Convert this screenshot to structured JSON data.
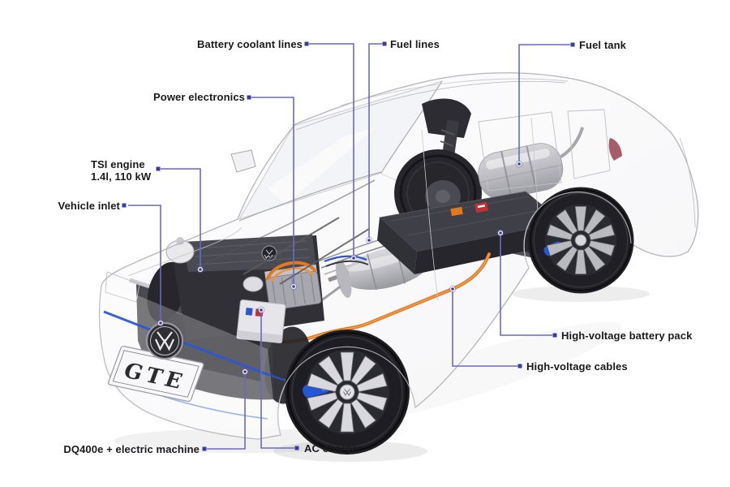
{
  "diagram": {
    "labels": [
      {
        "id": "battery-coolant-lines",
        "text": "Battery coolant lines"
      },
      {
        "id": "fuel-lines",
        "text": "Fuel lines"
      },
      {
        "id": "fuel-tank",
        "text": "Fuel tank"
      },
      {
        "id": "power-electronics",
        "text": "Power electronics"
      },
      {
        "id": "tsi-engine",
        "text": "TSI engine",
        "subtext": "1.4l, 110 kW"
      },
      {
        "id": "vehicle-inlet",
        "text": "Vehicle inlet"
      },
      {
        "id": "high-voltage-battery-pack",
        "text": "High-voltage battery pack"
      },
      {
        "id": "high-voltage-cables",
        "text": "High-voltage cables"
      },
      {
        "id": "dq400e-electric-machine",
        "text": "DQ400e + electric machine"
      },
      {
        "id": "ac-charger",
        "text": "AC charger"
      }
    ],
    "vehicle": {
      "license_plate": "GTE",
      "badge_icon": "vw-logo-icon"
    },
    "colors": {
      "leader_line": "#6a6ac0",
      "label_marker": "#3c3c9e",
      "label_text": "#1b1b1d",
      "hv_cable_orange": "#df7a1e",
      "accent_blue": "#2b57d2",
      "brake_caliper_blue": "#2257d8",
      "body_line_gray": "#b4b4ba"
    }
  }
}
